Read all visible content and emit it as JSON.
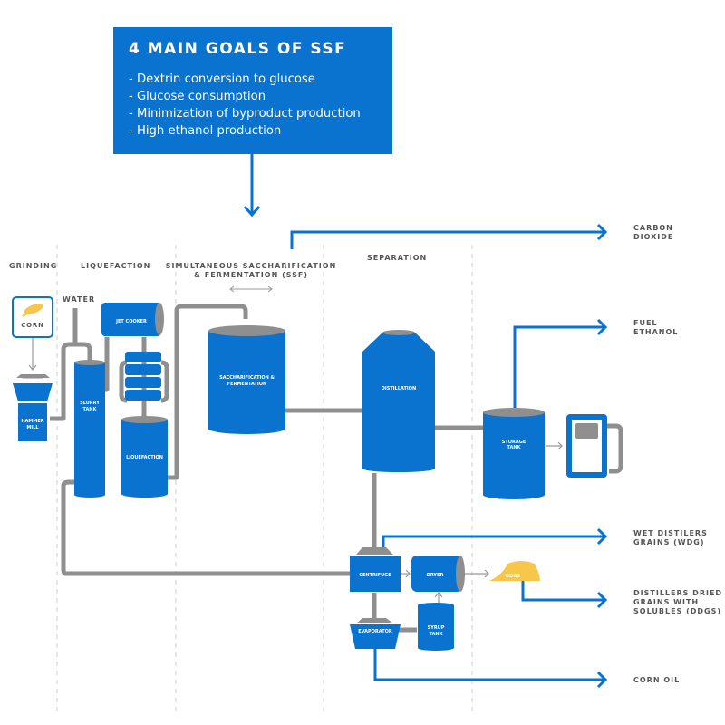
{
  "goals": {
    "title": "4 MAIN GOALS OF SSF",
    "items": [
      "Dextrin conversion to glucose",
      "Glucose consumption",
      "Minimization of byproduct production",
      "High ethanol production"
    ]
  },
  "stages": {
    "grinding": "GRINDING",
    "liquefaction": "LIQUEFACTION",
    "ssf_line1": "SIMULTANEOUS SACCHARIFICATION",
    "ssf_line2": "& FERMENTATION (SSF)",
    "separation": "SEPARATION"
  },
  "inputs": {
    "corn": "CORN",
    "water": "WATER"
  },
  "equipment": {
    "hammer_mill": [
      "HAMMER",
      "MILL"
    ],
    "slurry_tank": [
      "SLURRY",
      "TANK"
    ],
    "jet_cooker": "JET COOKER",
    "liquefaction": "LIQUEFACTION",
    "saccharification": [
      "SACCHARIFICATION &",
      "FERMENTATION"
    ],
    "distillation": "DISTILLATION",
    "storage_tank": [
      "STORAGE",
      "TANK"
    ],
    "centrifuge": "CENTRIFUGE",
    "dryer": "DRYER",
    "evaporator": "EVAPORATOR",
    "syrup_tank": [
      "SYRUP",
      "TANK"
    ],
    "ddgs_pile": "DDGS"
  },
  "outputs": {
    "carbon_dioxide": [
      "CARBON",
      "DIOXIDE"
    ],
    "fuel_ethanol": [
      "FUEL",
      "ETHANOL"
    ],
    "wdg": [
      "WET DISTILERS",
      "GRAINS (WDG)"
    ],
    "ddgs": [
      "DISTILLERS DRIED",
      "GRAINS WITH",
      "SOLUBLES (DDGS)"
    ],
    "corn_oil": [
      "CORN OIL"
    ]
  },
  "colors": {
    "blue": "#0a72cf",
    "pipe_gray": "#8f8f8f",
    "label_gray": "#555555",
    "corn_yellow": "#f7c64b"
  }
}
